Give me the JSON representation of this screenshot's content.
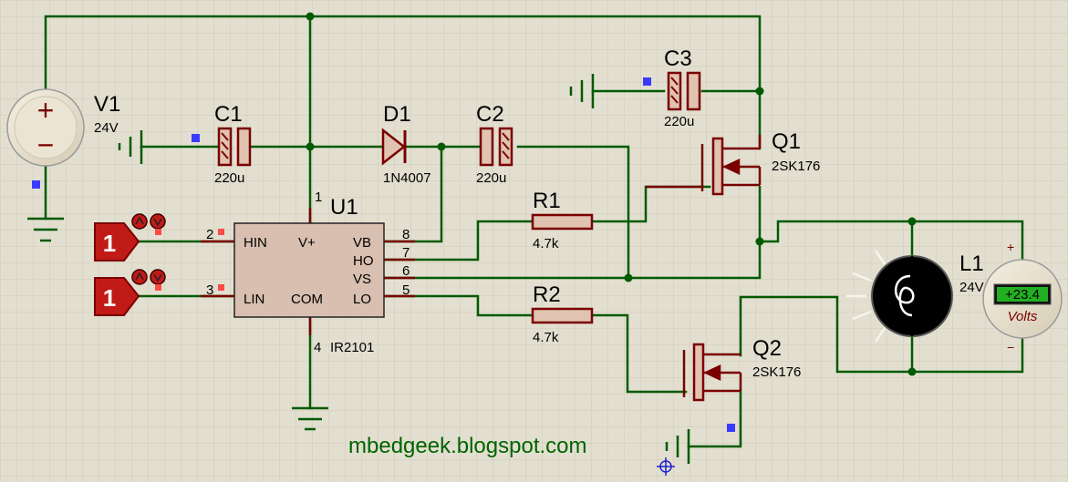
{
  "components": {
    "v1": {
      "name": "V1",
      "value": "24V"
    },
    "c1": {
      "name": "C1",
      "value": "220u"
    },
    "d1": {
      "name": "D1",
      "value": "1N4007"
    },
    "c2": {
      "name": "C2",
      "value": "220u"
    },
    "c3": {
      "name": "C3",
      "value": "220u"
    },
    "q1": {
      "name": "Q1",
      "value": "2SK176"
    },
    "q2": {
      "name": "Q2",
      "value": "2SK176"
    },
    "r1": {
      "name": "R1",
      "value": "4.7k"
    },
    "r2": {
      "name": "R2",
      "value": "4.7k"
    },
    "l1": {
      "name": "L1",
      "value": "24V"
    },
    "u1": {
      "name": "U1",
      "part": "IR2101",
      "pins": {
        "hin": "HIN",
        "lin": "LIN",
        "vplus": "V+",
        "com": "COM",
        "vb": "VB",
        "ho": "HO",
        "vs": "VS",
        "lo": "LO"
      },
      "pin_numbers": {
        "p1": "1",
        "p2": "2",
        "p3": "3",
        "p4": "4",
        "p5": "5",
        "p6": "6",
        "p7": "7",
        "p8": "8"
      }
    }
  },
  "logic_inputs": {
    "hin_state": "1",
    "lin_state": "1"
  },
  "symbols": {
    "plus": "+",
    "minus": "−"
  },
  "voltmeter": {
    "reading": "+23.4",
    "units": "Volts",
    "plus": "+",
    "minus": "−"
  },
  "footer": "mbedgeek.blogspot.com",
  "colors": {
    "background": "#e2dfd0",
    "grid": "#cfcbb8",
    "wire": "#005a00",
    "component": "#7a0000",
    "component_fill": "#e0c3b0",
    "chip_fill": "#d8bfaf",
    "logic_fill": "#c11b17",
    "probe_blue": "#3a3aff",
    "probe_red": "#ff4a4a",
    "meter_green": "#22b022",
    "footer_text": "#006400"
  }
}
